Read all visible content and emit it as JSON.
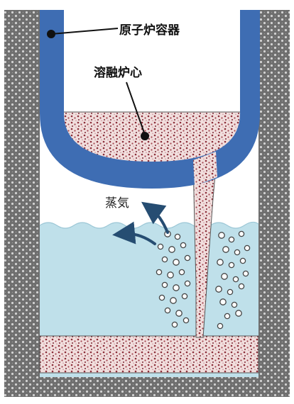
{
  "labels": {
    "vessel": "原子炉容器",
    "core": "溶融炉心",
    "steam": "蒸気"
  },
  "colors": {
    "vessel": "#3e6db3",
    "water": "#bfe0ea",
    "concrete": "#6f6f6f",
    "corium_base": "#f1dedd",
    "corium_dot": "#8c2f3a",
    "arrow": "#264d72",
    "bubble": "#444444"
  },
  "icons": {
    "bubbles": "steam-bubble-icon",
    "arrows": "curved-arrow-icon"
  }
}
